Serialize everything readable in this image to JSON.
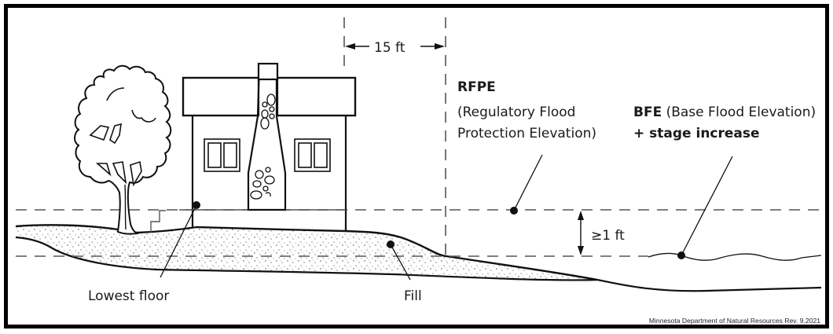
{
  "diagram": {
    "title": "Floodplain elevation requirements for structures",
    "labels": {
      "distance": "15 ft",
      "rfpe_abbrev": "RFPE",
      "rfpe_line1": "(Regulatory Flood",
      "rfpe_line2": "Protection Elevation)",
      "bfe_abbrev": "BFE",
      "bfe_full": " (Base Flood Elevation)",
      "bfe_line2": "+ stage increase",
      "freeboard": "≥1 ft",
      "lowest_floor": "Lowest floor",
      "fill": "Fill"
    },
    "credit": "Minnesota Department of Natural Resources Rev. 9.2021",
    "elements": {
      "house": "house-with-chimney",
      "tree": "deciduous-tree",
      "water": "water-surface"
    },
    "colors": {
      "line": "#111111",
      "dash": "#555555",
      "fill_dots": "#444444",
      "background": "#ffffff",
      "frame": "#000000"
    }
  }
}
